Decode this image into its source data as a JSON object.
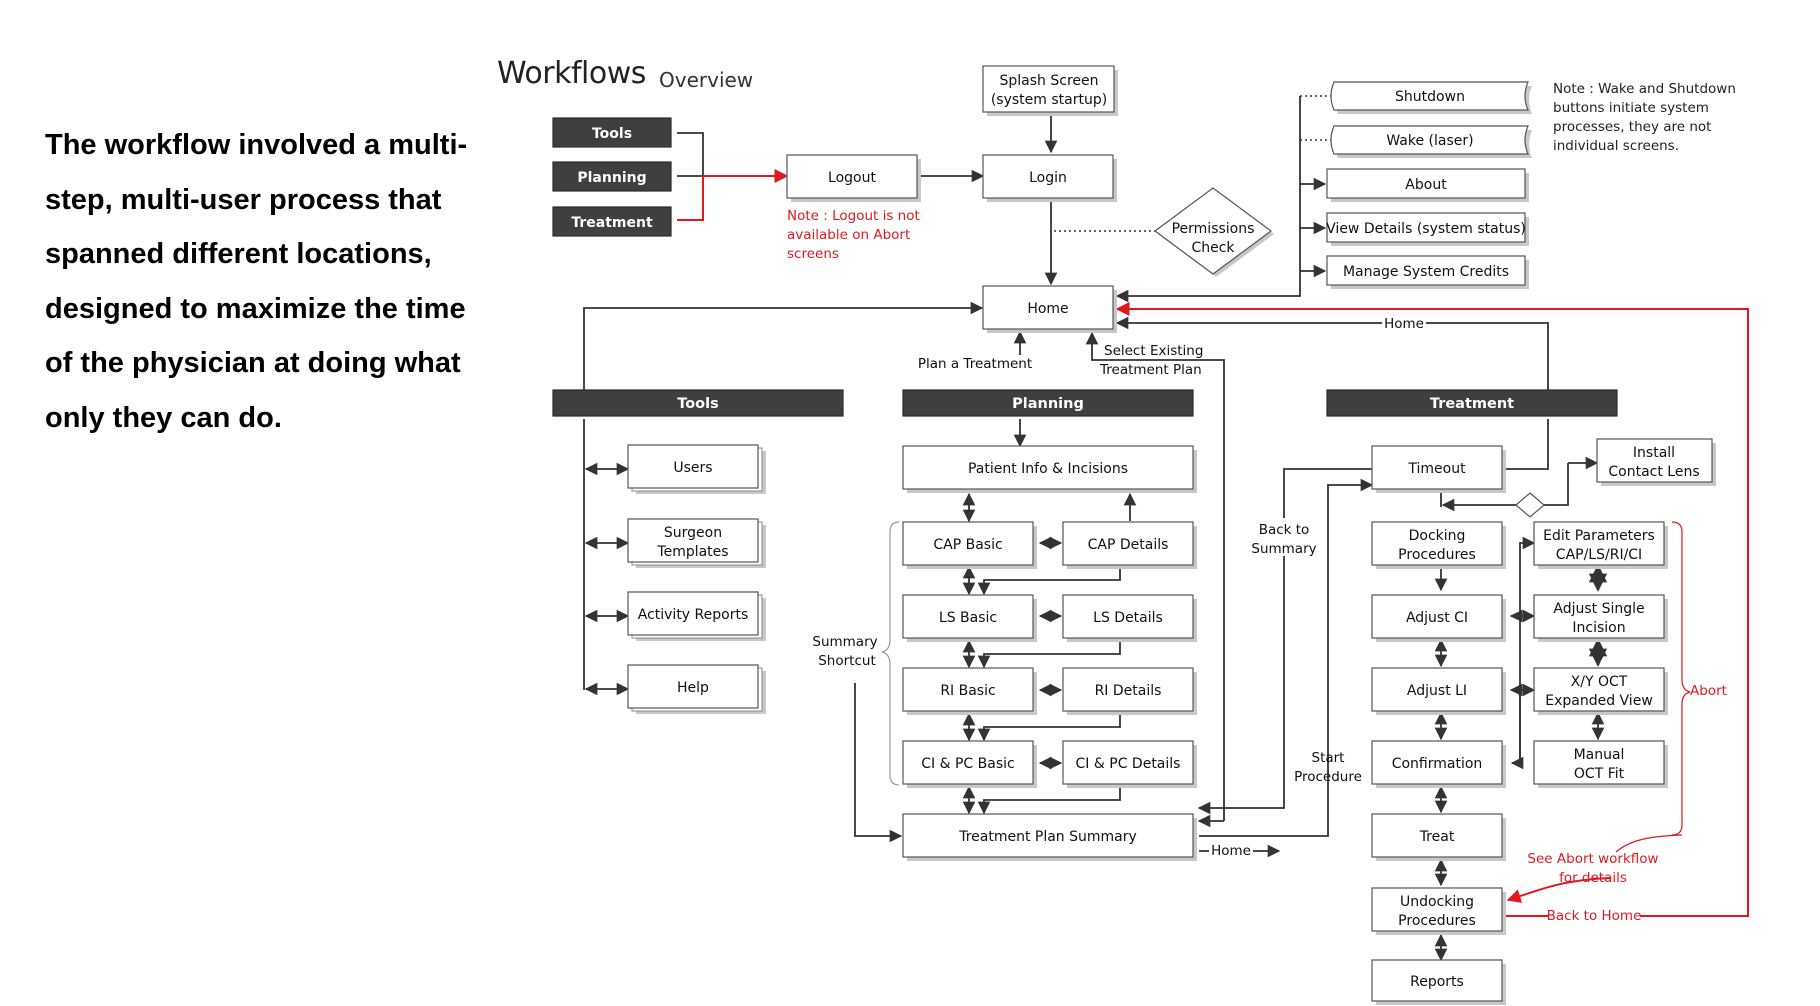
{
  "intro_text": "The workflow involved a multi-step, multi-user process that spanned different locations, designed to maximize the time of the physician at doing what only they can do.",
  "title": "Workflows",
  "subtitle": "Overview",
  "colors": {
    "accent_red": "#e0191f",
    "header_dark": "#3f3f3f",
    "line": "#333333"
  },
  "boxes": {
    "tools_btn": [
      "Tools"
    ],
    "planning_btn": [
      "Planning"
    ],
    "treatment_btn": [
      "Treatment"
    ],
    "splash": [
      "Splash Screen",
      "(system startup)"
    ],
    "logout": [
      "Logout"
    ],
    "login": [
      "Login"
    ],
    "shutdown": [
      "Shutdown"
    ],
    "wake": [
      "Wake (laser)"
    ],
    "about": [
      "About"
    ],
    "view_details": [
      "View Details (system status)"
    ],
    "manage_credits": [
      "Manage System Credits"
    ],
    "permissions": [
      "Permissions",
      "Check"
    ],
    "home": [
      "Home"
    ],
    "tools_header": [
      "Tools"
    ],
    "planning_header": [
      "Planning"
    ],
    "treatment_header": [
      "Treatment"
    ],
    "users": [
      "Users"
    ],
    "surgeon_templates": [
      "Surgeon",
      "Templates"
    ],
    "activity_reports": [
      "Activity Reports"
    ],
    "help": [
      "Help"
    ],
    "patient_info": [
      "Patient Info & Incisions"
    ],
    "cap_basic": [
      "CAP Basic"
    ],
    "cap_details": [
      "CAP Details"
    ],
    "ls_basic": [
      "LS Basic"
    ],
    "ls_details": [
      "LS Details"
    ],
    "ri_basic": [
      "RI Basic"
    ],
    "ri_details": [
      "RI Details"
    ],
    "ci_pc_basic": [
      "CI & PC Basic"
    ],
    "ci_pc_details": [
      "CI & PC Details"
    ],
    "treatment_plan_summary": [
      "Treatment Plan Summary"
    ],
    "timeout": [
      "Timeout"
    ],
    "install_lens": [
      "Install",
      "Contact Lens"
    ],
    "docking": [
      "Docking",
      "Procedures"
    ],
    "edit_params": [
      "Edit Parameters",
      "CAP/LS/RI/CI"
    ],
    "adjust_ci": [
      "Adjust CI"
    ],
    "adjust_single": [
      "Adjust Single",
      "Incision"
    ],
    "adjust_li": [
      "Adjust LI"
    ],
    "xy_oct": [
      "X/Y OCT",
      "Expanded View"
    ],
    "confirmation": [
      "Confirmation"
    ],
    "manual_oct": [
      "Manual",
      "OCT Fit"
    ],
    "treat": [
      "Treat"
    ],
    "undocking": [
      "Undocking",
      "Procedures"
    ],
    "reports": [
      "Reports"
    ]
  },
  "labels": {
    "logout_note": [
      "Note : Logout is not",
      "available on Abort",
      "screens"
    ],
    "wake_note": [
      "Note : Wake and Shutdown",
      "buttons initiate system",
      "processes, they are not",
      "individual screens."
    ],
    "home_link": "Home",
    "plan_treatment": "Plan a Treatment",
    "select_existing": [
      "Select Existing",
      "Treatment Plan"
    ],
    "summary_shortcut": [
      "Summary",
      "Shortcut"
    ],
    "back_to_summary": [
      "Back to",
      "Summary"
    ],
    "start_procedure": [
      "Start",
      "Procedure"
    ],
    "summary_home": "Home",
    "abort": "Abort",
    "see_abort": [
      "See Abort workflow",
      "for details"
    ],
    "back_to_home": "Back to Home"
  }
}
